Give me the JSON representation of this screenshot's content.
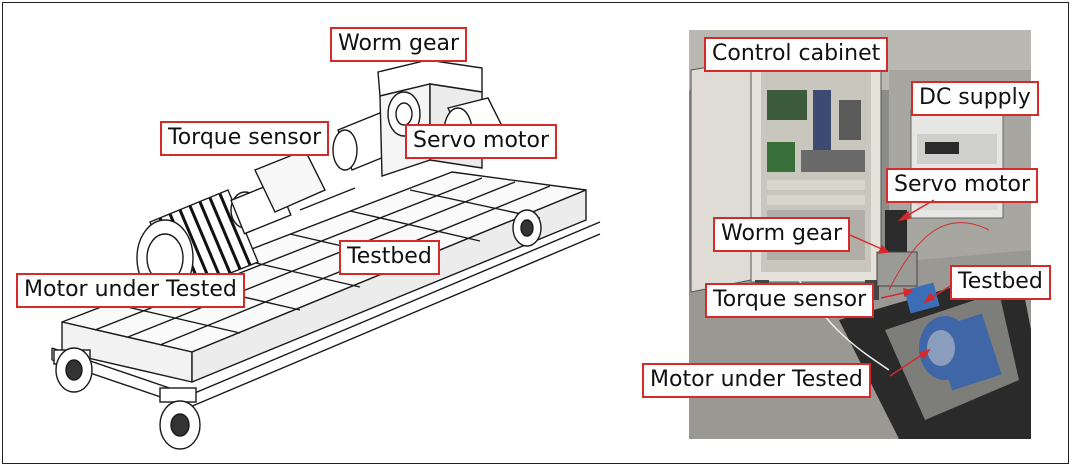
{
  "labels": {
    "left": {
      "worm_gear": "Worm gear",
      "torque_sensor": "Torque sensor",
      "servo_motor": "Servo motor",
      "testbed": "Testbed",
      "motor_under_test": "Motor under Tested"
    },
    "right": {
      "control_cabinet": "Control cabinet",
      "dc_supply": "DC supply",
      "servo_motor": "Servo motor",
      "worm_gear": "Worm gear",
      "torque_sensor": "Torque sensor",
      "testbed": "Testbed",
      "motor_under_test": "Motor under Tested"
    }
  },
  "colors": {
    "callout_border": "#d42a2a",
    "line": "#1a1a1a"
  }
}
